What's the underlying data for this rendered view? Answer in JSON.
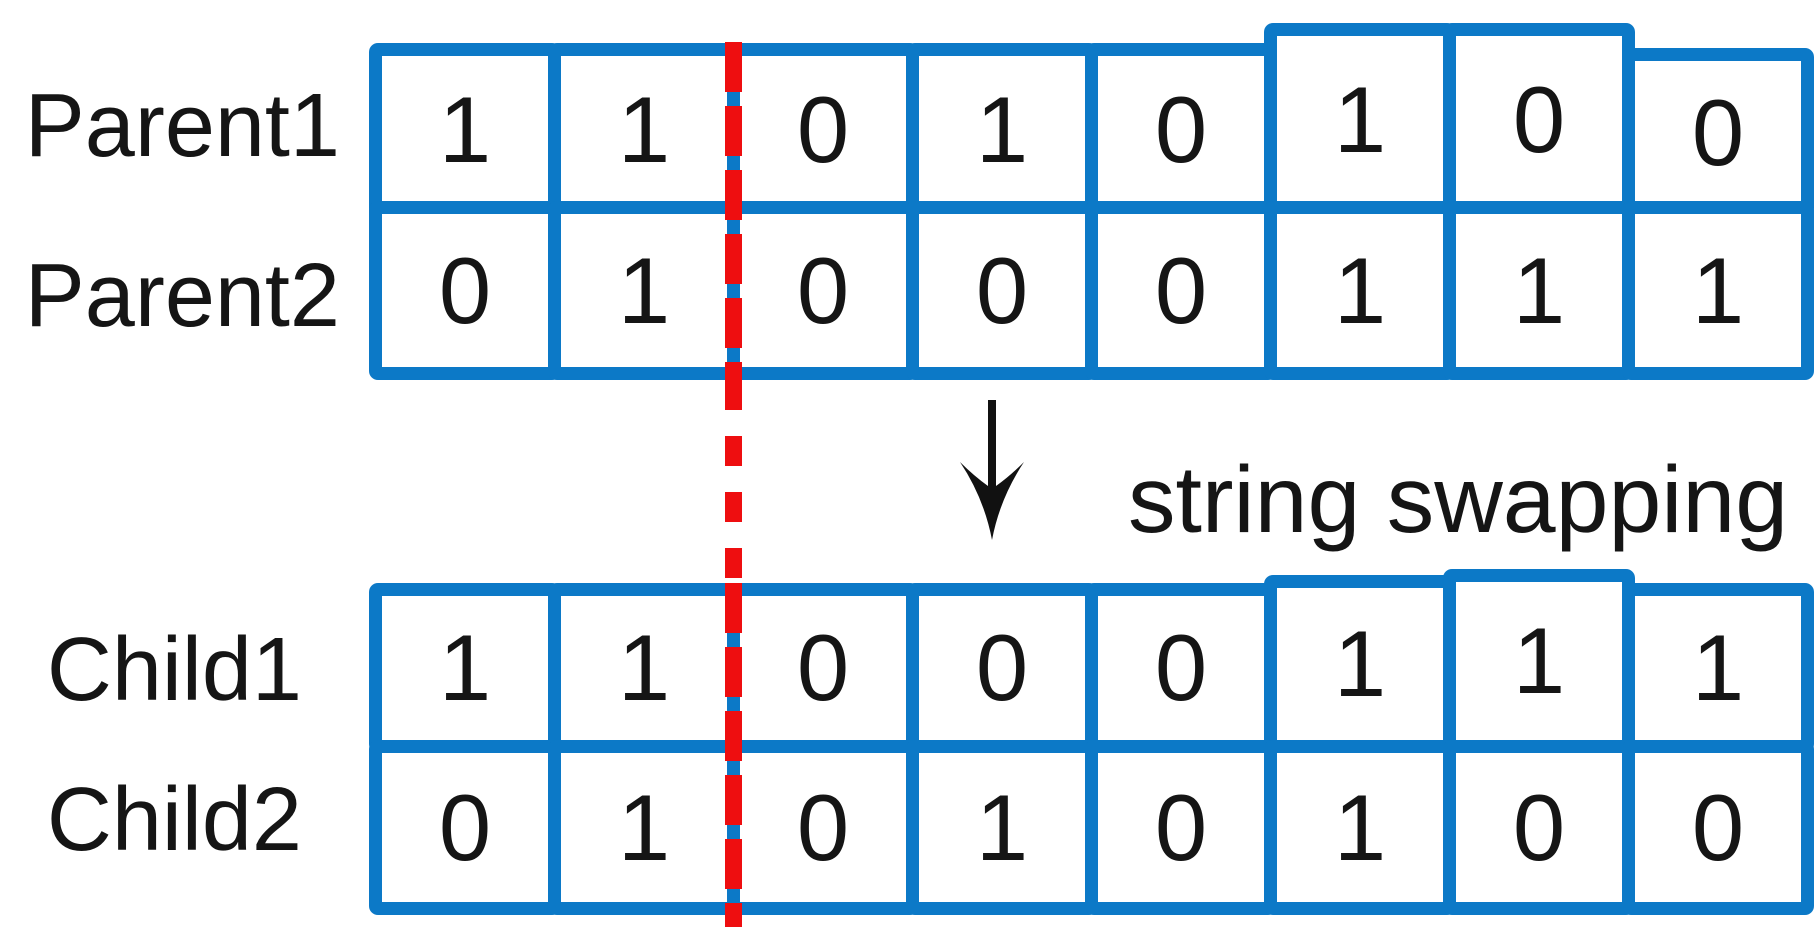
{
  "diagram": {
    "caption": "string swapping",
    "rows": {
      "parent1": {
        "label": "Parent1",
        "bits": [
          "1",
          "1",
          "0",
          "1",
          "0",
          "1",
          "0",
          "0"
        ]
      },
      "parent2": {
        "label": "Parent2",
        "bits": [
          "0",
          "1",
          "0",
          "0",
          "0",
          "1",
          "1",
          "1"
        ]
      },
      "child1": {
        "label": "Child1",
        "bits": [
          "1",
          "1",
          "0",
          "0",
          "0",
          "1",
          "1",
          "1"
        ]
      },
      "child2": {
        "label": "Child2",
        "bits": [
          "0",
          "1",
          "0",
          "1",
          "0",
          "1",
          "0",
          "0"
        ]
      }
    },
    "crossover_after_gene": 2,
    "colors": {
      "cell_border_blue": "#0c79c7",
      "crossover_line_red": "#ee0e10",
      "text": "#151515"
    },
    "icons": {
      "down_arrow": "down-arrow-icon"
    }
  }
}
